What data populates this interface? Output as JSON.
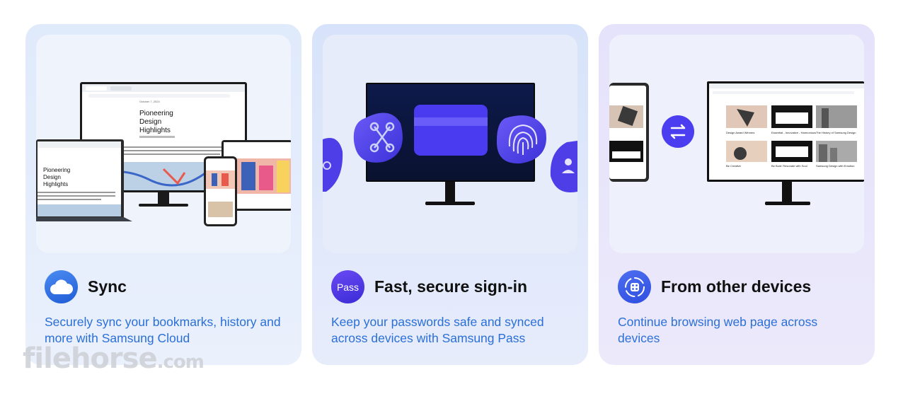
{
  "cards": [
    {
      "title": "Sync",
      "description": "Securely sync your bookmarks, history and more with Samsung Cloud",
      "icon": "cloud-icon",
      "accent": "#2f6fdf",
      "art": {
        "headline": "Pioneering Design Highlights",
        "date": "October 7, 2024"
      }
    },
    {
      "title": "Fast, secure sign-in",
      "description": "Keep your passwords safe and synced across devices with Samsung Pass",
      "icon": "samsung-pass-icon",
      "badge_text": "Pass",
      "accent": "#5a3df0"
    },
    {
      "title": "From other devices",
      "description": "Continue browsing web page across devices",
      "icon": "devices-grid-icon",
      "accent": "#3a5ce8",
      "art": {
        "gallery_items": [
          "Design Award Winners",
          "Essential - Innovative - Harmonious",
          "The History of Samsung Design",
          "Be Creative",
          "Be Bold: Resonate with Soul",
          "Samsung Design with Emotion"
        ]
      }
    }
  ],
  "watermark": {
    "text": "filehorse",
    "suffix": ".com"
  }
}
